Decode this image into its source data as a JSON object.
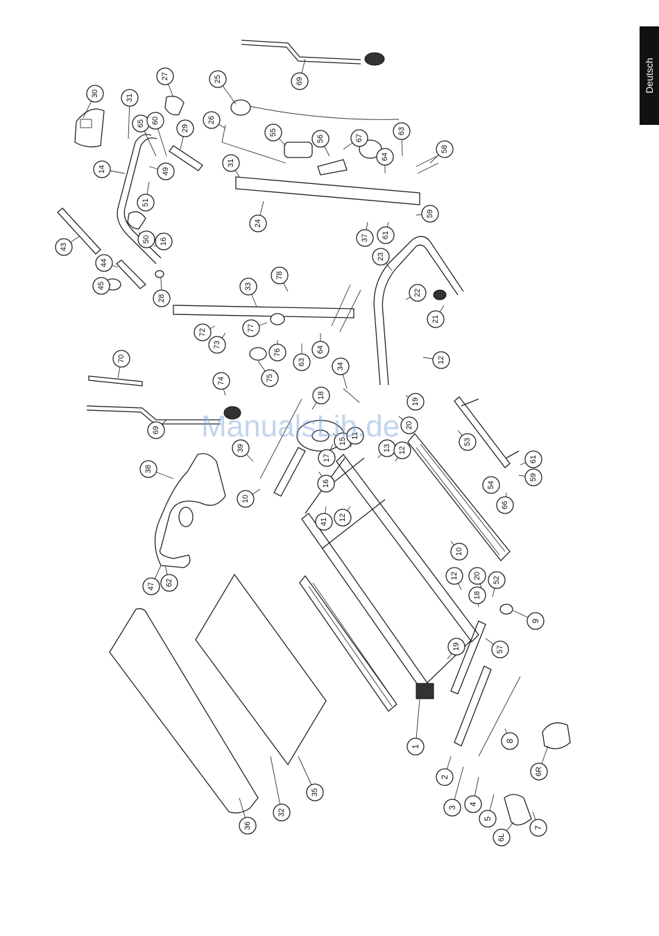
{
  "language_tab": "Deutsch",
  "watermark": "ManualsLib.de",
  "labels": [
    "69",
    "27",
    "25",
    "30",
    "31",
    "65",
    "60",
    "29",
    "26",
    "55",
    "56",
    "67",
    "63",
    "14",
    "49",
    "51",
    "31",
    "24",
    "64",
    "58",
    "43",
    "50",
    "16",
    "44",
    "45",
    "28",
    "37",
    "61",
    "59",
    "23",
    "22",
    "21",
    "33",
    "78",
    "72",
    "73",
    "77",
    "76",
    "75",
    "63",
    "64",
    "12",
    "70",
    "74",
    "34",
    "18",
    "19",
    "20",
    "69",
    "39",
    "38",
    "10",
    "16",
    "17",
    "15",
    "11",
    "13",
    "12",
    "41",
    "12",
    "53",
    "54",
    "61",
    "59",
    "66",
    "10",
    "47",
    "62",
    "12",
    "20",
    "52",
    "18",
    "9",
    "19",
    "57",
    "1",
    "2",
    "8",
    "6R",
    "3",
    "4",
    "5",
    "6L",
    "7",
    "35",
    "32",
    "36"
  ]
}
